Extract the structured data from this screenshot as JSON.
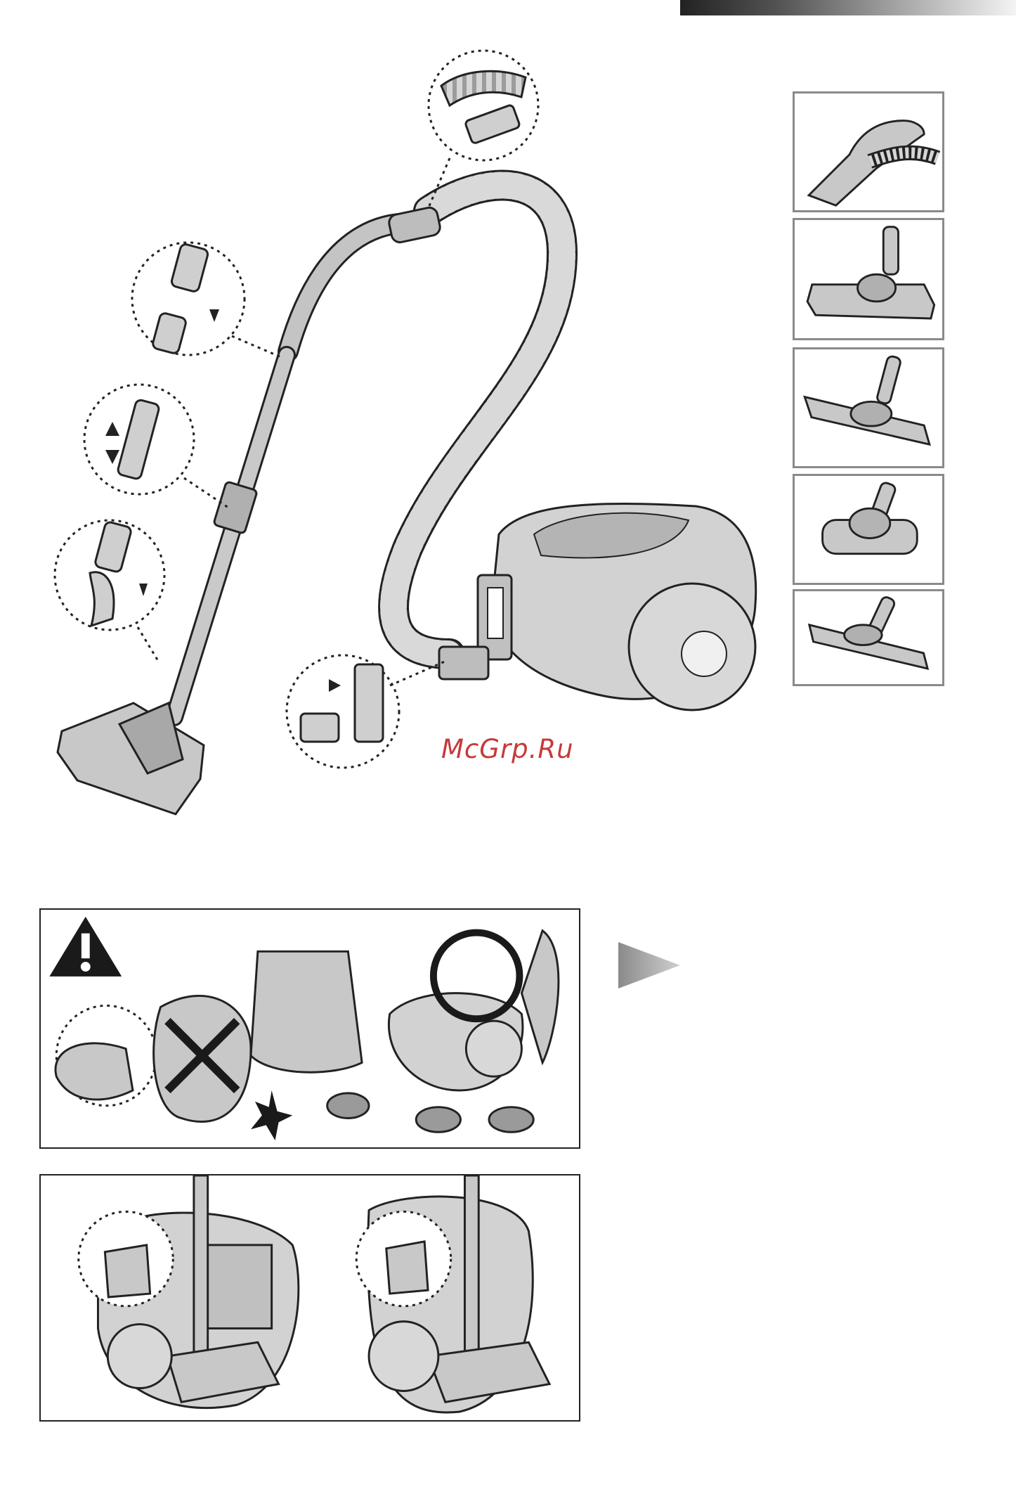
{
  "watermark": {
    "text": "McGrp.Ru"
  },
  "colors": {
    "gray_fill": "#c8c8c8",
    "dark_gray": "#9a9a9a",
    "outline": "#222222",
    "warning_black": "#1a1a1a",
    "watermark_red": "#c63a3a"
  },
  "icons": [
    "warning-icon",
    "prohibited-x-icon",
    "ok-circle-icon",
    "next-arrow-icon"
  ],
  "accessories": [
    {
      "name": "hose-handle"
    },
    {
      "name": "floor-brush-combination"
    },
    {
      "name": "parquet-brush"
    },
    {
      "name": "turbo-brush"
    },
    {
      "name": "floor-brush-wide"
    }
  ]
}
